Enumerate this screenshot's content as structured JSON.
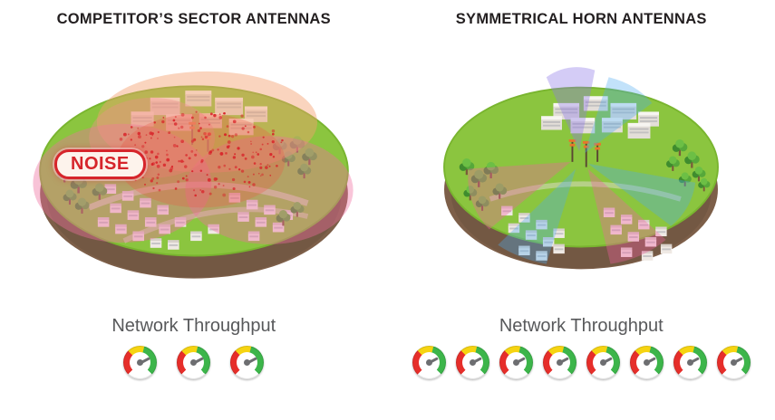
{
  "left": {
    "title": "COMPETITOR’S SECTOR ANTENNAS",
    "noise_label": "NOISE",
    "throughput_label": "Network Throughput",
    "gauge_count": 3
  },
  "right": {
    "title": "SYMMETRICAL HORN ANTENNAS",
    "throughput_label": "Network Throughput",
    "gauge_count": 8
  },
  "colors": {
    "title_text": "#231f20",
    "throughput_text": "#58595b",
    "noise_red": "#d6252b",
    "terrain_green": "#8bc53f",
    "terrain_brown": "#7d5f49",
    "gauge_green": "#3cb54a",
    "gauge_yellow": "#f6d411",
    "gauge_red": "#e62e2a",
    "beam_orange": "#f5a06e",
    "beam_pink_left": "#ef6f9f",
    "noise_dot_red": "#d81f26",
    "beam_pink": "#f05fa0",
    "beam_blue": "#4da9ef",
    "beam_purple": "#8f7ae8"
  }
}
